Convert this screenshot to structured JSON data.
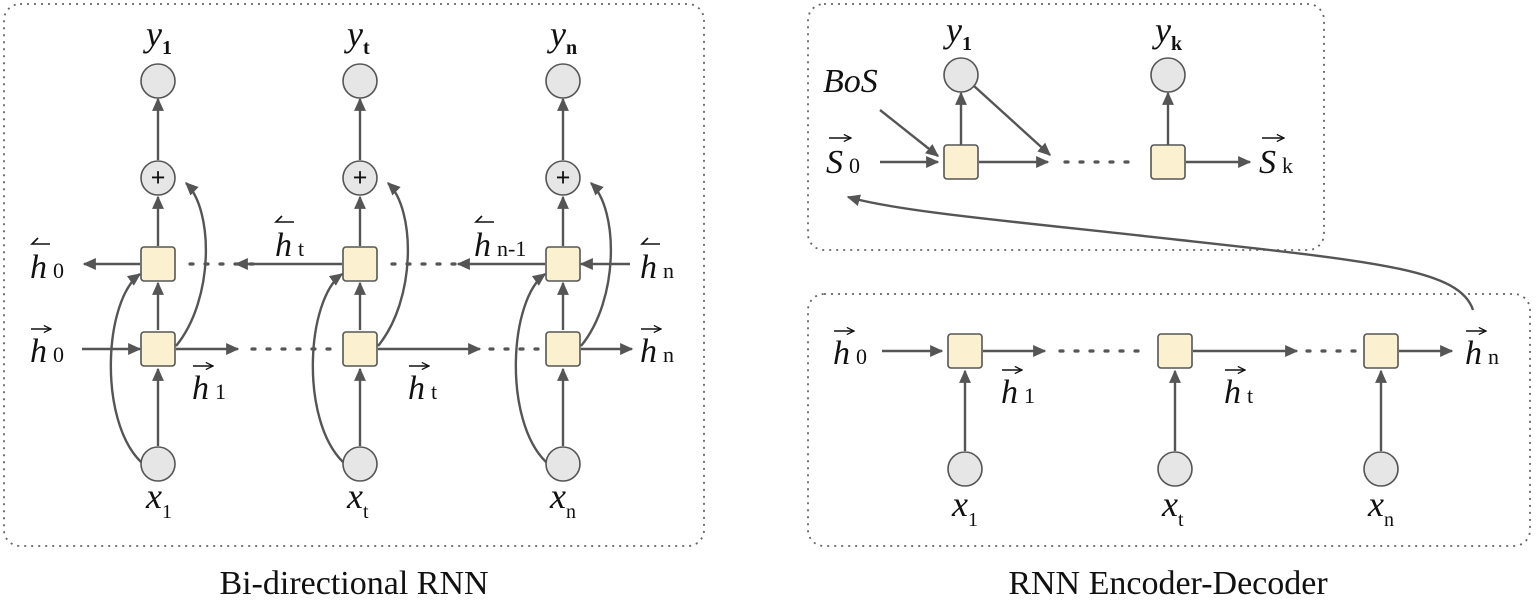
{
  "bidirectional": {
    "caption": "Bi-directional RNN",
    "outputs": {
      "y1": {
        "base": "y",
        "sub": "1"
      },
      "yt": {
        "base": "y",
        "sub": "t"
      },
      "yn": {
        "base": "y",
        "sub": "n"
      }
    },
    "inputs": {
      "x1": {
        "base": "x",
        "sub": "1"
      },
      "xt": {
        "base": "x",
        "sub": "t"
      },
      "xn": {
        "base": "x",
        "sub": "n"
      }
    },
    "plus_symbol": "+",
    "backward": {
      "h0": {
        "base": "h",
        "sub": "0"
      },
      "ht": {
        "base": "h",
        "sub": "t"
      },
      "hn1": {
        "base": "h",
        "sub": "n-1"
      },
      "hn": {
        "base": "h",
        "sub": "n"
      }
    },
    "forward": {
      "h0": {
        "base": "h",
        "sub": "0"
      },
      "h1": {
        "base": "h",
        "sub": "1"
      },
      "ht": {
        "base": "h",
        "sub": "t"
      },
      "hn": {
        "base": "h",
        "sub": "n"
      }
    }
  },
  "encoder_decoder": {
    "caption": "RNN Encoder-Decoder",
    "decoder": {
      "bos": "BoS",
      "outputs": {
        "y1": {
          "base": "y",
          "sub": "1"
        },
        "yk": {
          "base": "y",
          "sub": "k"
        }
      },
      "states": {
        "s0": {
          "base": "S",
          "sub": "0"
        },
        "sk": {
          "base": "S",
          "sub": "k"
        }
      }
    },
    "encoder": {
      "inputs": {
        "x1": {
          "base": "x",
          "sub": "1"
        },
        "xt": {
          "base": "x",
          "sub": "t"
        },
        "xn": {
          "base": "x",
          "sub": "n"
        }
      },
      "forward": {
        "h0": {
          "base": "h",
          "sub": "0"
        },
        "h1": {
          "base": "h",
          "sub": "1"
        },
        "ht": {
          "base": "h",
          "sub": "t"
        },
        "hn": {
          "base": "h",
          "sub": "n"
        }
      }
    }
  }
}
